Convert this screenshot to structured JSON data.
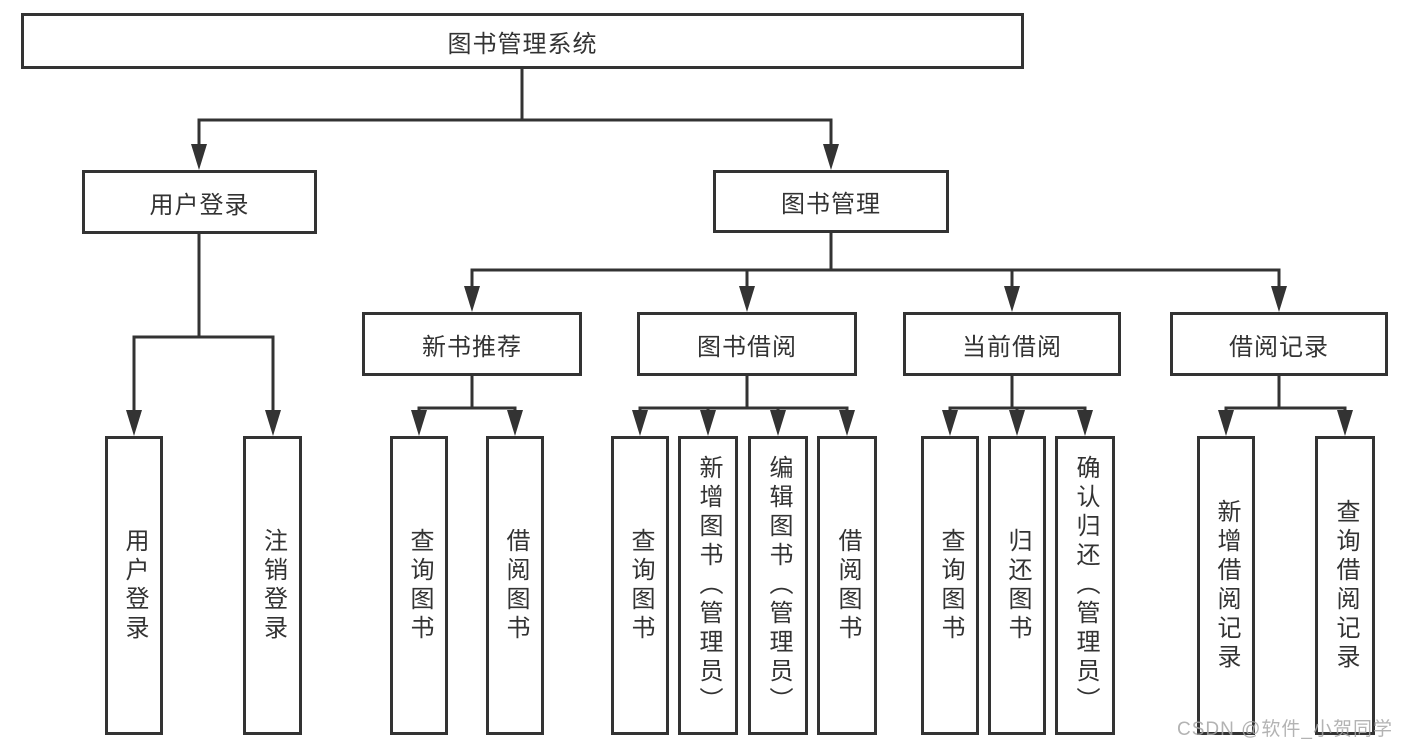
{
  "tree": {
    "root": "图书管理系统",
    "branches": [
      {
        "label": "用户登录",
        "children": [
          "用户登录",
          "注销登录"
        ]
      },
      {
        "label": "图书管理",
        "children": [
          {
            "label": "新书推荐",
            "children": [
              "查询图书",
              "借阅图书"
            ]
          },
          {
            "label": "图书借阅",
            "children": [
              "查询图书",
              "新增图书（管理员）",
              "编辑图书（管理员）",
              "借阅图书"
            ]
          },
          {
            "label": "当前借阅",
            "children": [
              "查询图书",
              "归还图书",
              "确认归还（管理员）"
            ]
          },
          {
            "label": "借阅记录",
            "children": [
              "新增借阅记录",
              "查询借阅记录"
            ]
          }
        ]
      }
    ]
  },
  "watermark": "CSDN @软件_小贺同学",
  "colors": {
    "line": "#333333",
    "text": "#333333",
    "box_background": "#ffffff",
    "watermark": "#a6a6a6"
  }
}
